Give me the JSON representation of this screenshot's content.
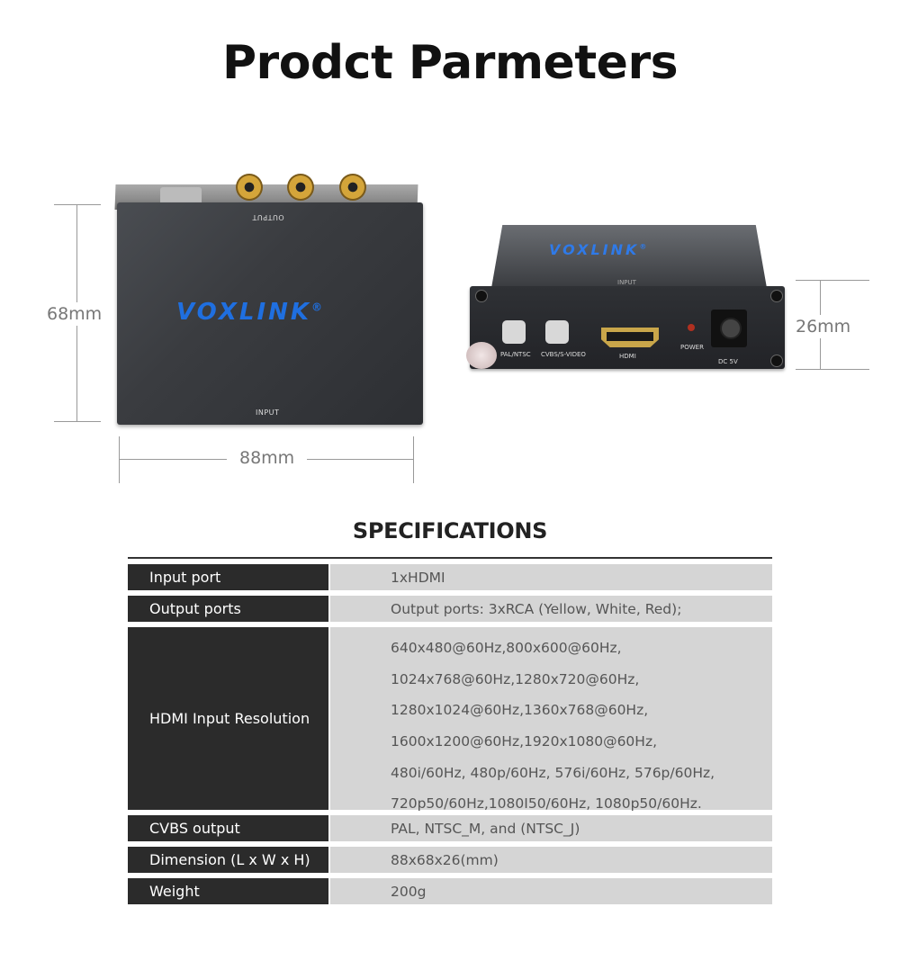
{
  "title": "Prodct Parmeters",
  "dimensions": {
    "height_top": "68mm",
    "width_top": "88mm",
    "height_front": "26mm"
  },
  "product": {
    "brand": "VOXLINK",
    "registered": "®",
    "top_labels": {
      "output": "OUTPUT",
      "input": "INPUT"
    },
    "front_labels": {
      "input": "INPUT",
      "pal_ntsc": "PAL/NTSC",
      "cvbs": "CVBS/S-VIDEO",
      "hdmi": "HDMI",
      "power": "POWER",
      "dc": "DC 5V"
    }
  },
  "specifications": {
    "heading": "SPECIFICATIONS",
    "rows": [
      {
        "key": "Input port",
        "value": "1xHDMI"
      },
      {
        "key": "Output ports",
        "value": "Output ports: 3xRCA (Yellow, White, Red);"
      },
      {
        "key": "HDMI Input Resolution",
        "lines": [
          "640x480@60Hz,800x600@60Hz,",
          "1024x768@60Hz,1280x720@60Hz,",
          "1280x1024@60Hz,1360x768@60Hz,",
          "1600x1200@60Hz,1920x1080@60Hz,",
          "480i/60Hz, 480p/60Hz, 576i/60Hz, 576p/60Hz,",
          "720p50/60Hz,1080I50/60Hz, 1080p50/60Hz."
        ]
      },
      {
        "key": "CVBS output",
        "value": "PAL, NTSC_M, and (NTSC_J)"
      },
      {
        "key": "Dimension (L x W x H)",
        "value": "88x68x26(mm)"
      },
      {
        "key": "Weight",
        "value": "200g"
      }
    ]
  }
}
